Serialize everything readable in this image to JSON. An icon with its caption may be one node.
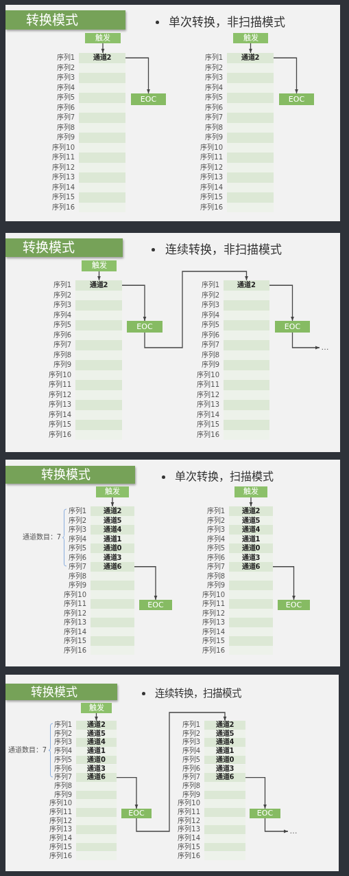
{
  "diagram": {
    "nodes": [
      {
        "text": [
          "单次转换，非扫描模式"
        ]
      },
      {
        "text": [
          "转换模式"
        ],
        "in": 0
      },
      {
        "text": [
          "触发"
        ],
        "in": 0
      },
      {
        "text": [
          "通道2"
        ],
        "beside": [
          "序列1"
        ],
        "in": 0
      },
      {
        "text": [],
        "shape": "box",
        "beside": [
          "序列2"
        ],
        "in": 0
      },
      {
        "text": [],
        "shape": "box",
        "beside": [
          "序列3"
        ],
        "in": 0
      },
      {
        "text": [],
        "shape": "box",
        "beside": [
          "序列4"
        ],
        "in": 0
      },
      {
        "text": [],
        "shape": "box",
        "beside": [
          "序列5"
        ],
        "in": 0
      },
      {
        "text": [],
        "shape": "box",
        "beside": [
          "序列6"
        ],
        "in": 0
      },
      {
        "text": [],
        "shape": "box",
        "beside": [
          "序列7"
        ],
        "in": 0
      },
      {
        "text": [],
        "shape": "box",
        "beside": [
          "序列8"
        ],
        "in": 0
      },
      {
        "text": [],
        "shape": "box",
        "beside": [
          "序列9"
        ],
        "in": 0
      },
      {
        "text": [],
        "shape": "box",
        "beside": [
          "序列10"
        ],
        "in": 0
      },
      {
        "text": [],
        "shape": "box",
        "beside": [
          "序列11"
        ],
        "in": 0
      },
      {
        "text": [],
        "shape": "box",
        "beside": [
          "序列12"
        ],
        "in": 0
      },
      {
        "text": [],
        "shape": "box",
        "beside": [
          "序列13"
        ],
        "in": 0
      },
      {
        "text": [],
        "shape": "box",
        "beside": [
          "序列14"
        ],
        "in": 0
      },
      {
        "text": [],
        "shape": "box",
        "beside": [
          "序列15"
        ],
        "in": 0
      },
      {
        "text": [],
        "shape": "box",
        "beside": [
          "序列16"
        ],
        "in": 0
      },
      {
        "text": [
          "EOC"
        ],
        "in": 0
      },
      {
        "text": [
          "触发"
        ],
        "in": 0
      },
      {
        "text": [
          "通道2"
        ],
        "beside": [
          "序列1"
        ],
        "in": 0
      },
      {
        "text": [],
        "shape": "box",
        "beside": [
          "序列2"
        ],
        "in": 0
      },
      {
        "text": [],
        "shape": "box",
        "beside": [
          "序列3"
        ],
        "in": 0
      },
      {
        "text": [],
        "shape": "box",
        "beside": [
          "序列4"
        ],
        "in": 0
      },
      {
        "text": [],
        "shape": "box",
        "beside": [
          "序列5"
        ],
        "in": 0
      },
      {
        "text": [],
        "shape": "box",
        "beside": [
          "序列6"
        ],
        "in": 0
      },
      {
        "text": [],
        "shape": "box",
        "beside": [
          "序列7"
        ],
        "in": 0
      },
      {
        "text": [],
        "shape": "box",
        "beside": [
          "序列8"
        ],
        "in": 0
      },
      {
        "text": [],
        "shape": "box",
        "beside": [
          "序列9"
        ],
        "in": 0
      },
      {
        "text": [],
        "shape": "box",
        "beside": [
          "序列10"
        ],
        "in": 0
      },
      {
        "text": [],
        "shape": "box",
        "beside": [
          "序列11"
        ],
        "in": 0
      },
      {
        "text": [],
        "shape": "box",
        "beside": [
          "序列12"
        ],
        "in": 0
      },
      {
        "text": [],
        "shape": "box",
        "beside": [
          "序列13"
        ],
        "in": 0
      },
      {
        "text": [],
        "shape": "box",
        "beside": [
          "序列14"
        ],
        "in": 0
      },
      {
        "text": [],
        "shape": "box",
        "beside": [
          "序列15"
        ],
        "in": 0
      },
      {
        "text": [],
        "shape": "box",
        "beside": [
          "序列16"
        ],
        "in": 0
      },
      {
        "text": [
          "EOC"
        ],
        "in": 0
      },
      {
        "text": [
          "连续转换，非扫描模式"
        ]
      },
      {
        "text": [
          "转换模式"
        ],
        "in": 38
      },
      {
        "text": [
          "触发"
        ],
        "in": 38
      },
      {
        "text": [
          "通道2"
        ],
        "beside": [
          "序列1"
        ],
        "in": 38
      },
      {
        "text": [],
        "shape": "box",
        "beside": [
          "序列2"
        ],
        "in": 38
      },
      {
        "text": [],
        "shape": "box",
        "beside": [
          "序列3"
        ],
        "in": 38
      },
      {
        "text": [],
        "shape": "box",
        "beside": [
          "序列4"
        ],
        "in": 38
      },
      {
        "text": [],
        "shape": "box",
        "beside": [
          "序列5"
        ],
        "in": 38
      },
      {
        "text": [],
        "shape": "box",
        "beside": [
          "序列6"
        ],
        "in": 38
      },
      {
        "text": [],
        "shape": "box",
        "beside": [
          "序列7"
        ],
        "in": 38
      },
      {
        "text": [],
        "shape": "box",
        "beside": [
          "序列8"
        ],
        "in": 38
      },
      {
        "text": [],
        "shape": "box",
        "beside": [
          "序列9"
        ],
        "in": 38
      },
      {
        "text": [],
        "shape": "box",
        "beside": [
          "序列10"
        ],
        "in": 38
      },
      {
        "text": [],
        "shape": "box",
        "beside": [
          "序列11"
        ],
        "in": 38
      },
      {
        "text": [],
        "shape": "box",
        "beside": [
          "序列12"
        ],
        "in": 38
      },
      {
        "text": [],
        "shape": "box",
        "beside": [
          "序列13"
        ],
        "in": 38
      },
      {
        "text": [],
        "shape": "box",
        "beside": [
          "序列14"
        ],
        "in": 38
      },
      {
        "text": [],
        "shape": "box",
        "beside": [
          "序列15"
        ],
        "in": 38
      },
      {
        "text": [],
        "shape": "box",
        "beside": [
          "序列16"
        ],
        "in": 38
      },
      {
        "text": [
          "EOC"
        ],
        "in": 38
      },
      {
        "text": [
          "通道2"
        ],
        "beside": [
          "序列1"
        ],
        "in": 38
      },
      {
        "text": [],
        "shape": "box",
        "beside": [
          "序列2"
        ],
        "in": 38
      },
      {
        "text": [],
        "shape": "box",
        "beside": [
          "序列3"
        ],
        "in": 38
      },
      {
        "text": [],
        "shape": "box",
        "beside": [
          "序列4"
        ],
        "in": 38
      },
      {
        "text": [],
        "shape": "box",
        "beside": [
          "序列5"
        ],
        "in": 38
      },
      {
        "text": [],
        "shape": "box",
        "beside": [
          "序列6"
        ],
        "in": 38
      },
      {
        "text": [],
        "shape": "box",
        "beside": [
          "序列7"
        ],
        "in": 38
      },
      {
        "text": [],
        "shape": "box",
        "beside": [
          "序列8"
        ],
        "in": 38
      },
      {
        "text": [],
        "shape": "box",
        "beside": [
          "序列9"
        ],
        "in": 38
      },
      {
        "text": [],
        "shape": "box",
        "beside": [
          "序列10"
        ],
        "in": 38
      },
      {
        "text": [],
        "shape": "box",
        "beside": [
          "序列11"
        ],
        "in": 38
      },
      {
        "text": [],
        "shape": "box",
        "beside": [
          "序列12"
        ],
        "in": 38
      },
      {
        "text": [],
        "shape": "box",
        "beside": [
          "序列13"
        ],
        "in": 38
      },
      {
        "text": [],
        "shape": "box",
        "beside": [
          "序列14"
        ],
        "in": 38
      },
      {
        "text": [],
        "shape": "box",
        "beside": [
          "序列15"
        ],
        "in": 38
      },
      {
        "text": [],
        "shape": "box",
        "beside": [
          "序列16"
        ],
        "in": 38
      },
      {
        "text": [
          "EOC"
        ],
        "in": 38
      },
      {
        "text": [
          "…"
        ],
        "in": 38
      },
      {
        "text": [
          "单次转换，扫描模式"
        ]
      },
      {
        "text": [
          "转换模式"
        ],
        "in": 76
      },
      {
        "text": [
          "触发"
        ],
        "in": 76
      },
      {
        "text": [
          "通道2"
        ],
        "beside": [
          "序列1"
        ],
        "in": 76
      },
      {
        "text": [
          "通道5"
        ],
        "beside": [
          "序列2"
        ],
        "in": 76
      },
      {
        "text": [
          "通道4"
        ],
        "beside": [
          "序列3"
        ],
        "in": 76
      },
      {
        "text": [
          "通道1"
        ],
        "beside": [
          "序列4"
        ],
        "in": 76
      },
      {
        "text": [
          "通道0"
        ],
        "beside": [
          "序列5"
        ],
        "in": 76
      },
      {
        "text": [
          "通道3"
        ],
        "beside": [
          "序列6"
        ],
        "in": 76
      },
      {
        "text": [
          "通道6"
        ],
        "beside": [
          "序列7"
        ],
        "in": 76
      },
      {
        "text": [],
        "shape": "box",
        "beside": [
          "序列8"
        ],
        "in": 76
      },
      {
        "text": [],
        "shape": "box",
        "beside": [
          "序列9"
        ],
        "in": 76
      },
      {
        "text": [],
        "shape": "box",
        "beside": [
          "序列10"
        ],
        "in": 76
      },
      {
        "text": [],
        "shape": "box",
        "beside": [
          "序列11"
        ],
        "in": 76
      },
      {
        "text": [],
        "shape": "box",
        "beside": [
          "序列12"
        ],
        "in": 76
      },
      {
        "text": [],
        "shape": "box",
        "beside": [
          "序列13"
        ],
        "in": 76
      },
      {
        "text": [],
        "shape": "box",
        "beside": [
          "序列14"
        ],
        "in": 76
      },
      {
        "text": [],
        "shape": "box",
        "beside": [
          "序列15"
        ],
        "in": 76
      },
      {
        "text": [],
        "shape": "box",
        "beside": [
          "序列16"
        ],
        "in": 76
      },
      {
        "text": [
          "EOC"
        ],
        "in": 76
      },
      {
        "text": [
          "触发"
        ],
        "in": 76
      },
      {
        "text": [
          "通道2"
        ],
        "beside": [
          "序列1"
        ],
        "in": 76
      },
      {
        "text": [
          "通道5"
        ],
        "beside": [
          "序列2"
        ],
        "in": 76
      },
      {
        "text": [
          "通道4"
        ],
        "beside": [
          "序列3"
        ],
        "in": 76
      },
      {
        "text": [
          "通道1"
        ],
        "beside": [
          "序列4"
        ],
        "in": 76
      },
      {
        "text": [
          "通道0"
        ],
        "beside": [
          "序列5"
        ],
        "in": 76
      },
      {
        "text": [
          "通道3"
        ],
        "beside": [
          "序列6"
        ],
        "in": 76
      },
      {
        "text": [
          "通道6"
        ],
        "beside": [
          "序列7"
        ],
        "in": 76
      },
      {
        "text": [],
        "shape": "box",
        "beside": [
          "序列8"
        ],
        "in": 76
      },
      {
        "text": [],
        "shape": "box",
        "beside": [
          "序列9"
        ],
        "in": 76
      },
      {
        "text": [],
        "shape": "box",
        "beside": [
          "序列10"
        ],
        "in": 76
      },
      {
        "text": [],
        "shape": "box",
        "beside": [
          "序列11"
        ],
        "in": 76
      },
      {
        "text": [],
        "shape": "box",
        "beside": [
          "序列12"
        ],
        "in": 76
      },
      {
        "text": [],
        "shape": "box",
        "beside": [
          "序列13"
        ],
        "in": 76
      },
      {
        "text": [],
        "shape": "box",
        "beside": [
          "序列14"
        ],
        "in": 76
      },
      {
        "text": [],
        "shape": "box",
        "beside": [
          "序列15"
        ],
        "in": 76
      },
      {
        "text": [],
        "shape": "box",
        "beside": [
          "序列16"
        ],
        "in": 76
      },
      {
        "text": [
          "EOC"
        ],
        "in": 76
      },
      {
        "text": [
          "连续转换，扫描模式"
        ]
      },
      {
        "text": [
          "转换模式"
        ],
        "in": 114
      },
      {
        "text": [
          "触发"
        ],
        "in": 114
      },
      {
        "text": [
          "通道2"
        ],
        "beside": [
          "序列1"
        ],
        "in": 114
      },
      {
        "text": [
          "通道5"
        ],
        "beside": [
          "序列2"
        ],
        "in": 114
      },
      {
        "text": [
          "通道4"
        ],
        "beside": [
          "序列3"
        ],
        "in": 114
      },
      {
        "text": [
          "通道1"
        ],
        "beside": [
          "序列4"
        ],
        "in": 114
      },
      {
        "text": [
          "通道0"
        ],
        "beside": [
          "序列5"
        ],
        "in": 114
      },
      {
        "text": [
          "通道3"
        ],
        "beside": [
          "序列6"
        ],
        "in": 114
      },
      {
        "text": [
          "通道6"
        ],
        "beside": [
          "序列7"
        ],
        "in": 114
      },
      {
        "text": [],
        "shape": "box",
        "beside": [
          "序列8"
        ],
        "in": 114
      },
      {
        "text": [],
        "shape": "box",
        "beside": [
          "序列9"
        ],
        "in": 114
      },
      {
        "text": [],
        "shape": "box",
        "beside": [
          "序列10"
        ],
        "in": 114
      },
      {
        "text": [],
        "shape": "box",
        "beside": [
          "序列11"
        ],
        "in": 114
      },
      {
        "text": [],
        "shape": "box",
        "beside": [
          "序列12"
        ],
        "in": 114
      },
      {
        "text": [],
        "shape": "box",
        "beside": [
          "序列13"
        ],
        "in": 114
      },
      {
        "text": [],
        "shape": "box",
        "beside": [
          "序列14"
        ],
        "in": 114
      },
      {
        "text": [],
        "shape": "box",
        "beside": [
          "序列15"
        ],
        "in": 114
      },
      {
        "text": [],
        "shape": "box",
        "beside": [
          "序列16"
        ],
        "in": 114
      },
      {
        "text": [
          "EOC"
        ],
        "in": 114
      },
      {
        "text": [
          "通道2"
        ],
        "beside": [
          "序列1"
        ],
        "in": 114
      },
      {
        "text": [
          "通道5"
        ],
        "beside": [
          "序列2"
        ],
        "in": 114
      },
      {
        "text": [
          "通道4"
        ],
        "beside": [
          "序列3"
        ],
        "in": 114
      },
      {
        "text": [
          "通道1"
        ],
        "beside": [
          "序列4"
        ],
        "in": 114
      },
      {
        "text": [
          "通道0"
        ],
        "beside": [
          "序列5"
        ],
        "in": 114
      },
      {
        "text": [
          "通道3"
        ],
        "beside": [
          "序列6"
        ],
        "in": 114
      },
      {
        "text": [
          "通道6"
        ],
        "beside": [
          "序列7"
        ],
        "in": 114
      },
      {
        "text": [],
        "shape": "box",
        "beside": [
          "序列8"
        ],
        "in": 114
      },
      {
        "text": [],
        "shape": "box",
        "beside": [
          "序列9"
        ],
        "in": 114
      },
      {
        "text": [],
        "shape": "box",
        "beside": [
          "序列10"
        ],
        "in": 114
      },
      {
        "text": [],
        "shape": "box",
        "beside": [
          "序列11"
        ],
        "in": 114
      },
      {
        "text": [],
        "shape": "box",
        "beside": [
          "序列12"
        ],
        "in": 114
      },
      {
        "text": [],
        "shape": "box",
        "beside": [
          "序列13"
        ],
        "in": 114
      },
      {
        "text": [],
        "shape": "box",
        "beside": [
          "序列14"
        ],
        "in": 114
      },
      {
        "text": [],
        "shape": "box",
        "beside": [
          "序列15"
        ],
        "in": 114
      },
      {
        "text": [],
        "shape": "box",
        "beside": [
          "序列16"
        ],
        "in": 114
      },
      {
        "text": [
          "EOC"
        ],
        "in": 114
      },
      {
        "text": [
          "…"
        ],
        "in": 114
      }
    ],
    "edges": [
      {
        "from": 2,
        "to": 3,
        "arrow": "to"
      },
      {
        "from": 3,
        "to": 19,
        "arrow": "to"
      },
      {
        "from": 20,
        "to": 21,
        "arrow": "to"
      },
      {
        "from": 21,
        "to": 37,
        "arrow": "to"
      },
      {
        "from": 40,
        "to": 41,
        "arrow": "to"
      },
      {
        "from": 41,
        "to": 57,
        "arrow": "to"
      },
      {
        "from": 57,
        "to": 58,
        "arrow": "to"
      },
      {
        "from": 58,
        "to": 74,
        "arrow": "to"
      },
      {
        "from": 74,
        "to": 75,
        "arrow": "to"
      },
      {
        "from": 78,
        "to": 79,
        "arrow": "to"
      },
      {
        "from": 85,
        "to": 95,
        "arrow": "to"
      },
      {
        "from": 96,
        "to": 97,
        "arrow": "to"
      },
      {
        "from": 103,
        "to": 113,
        "arrow": "to"
      },
      {
        "from": 116,
        "to": 117,
        "arrow": "to"
      },
      {
        "from": 123,
        "to": 133,
        "arrow": "to"
      },
      {
        "from": 133,
        "to": 134,
        "arrow": "to"
      },
      {
        "from": 140,
        "to": 150,
        "arrow": "to"
      },
      {
        "from": 150,
        "to": 151,
        "arrow": "to"
      }
    ],
    "labels": [
      "通道数目：7",
      "通道数目：7"
    ]
  }
}
